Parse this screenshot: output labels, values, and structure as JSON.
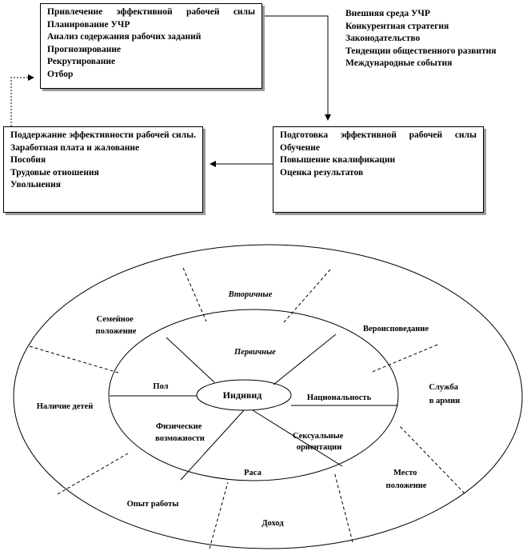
{
  "recruitment_box": {
    "title": "Привлечение эффективной рабочей силы",
    "items": [
      "Планирование УЧР",
      "Анализ содержания рабочих заданий",
      "Прогнозирование",
      "Рекрутирование",
      "Отбор"
    ]
  },
  "external_environment": {
    "title": "Внешняя среда УЧР",
    "items": [
      "Конкурентная стратегия",
      "Законодательство",
      "Тенденции общественного развития",
      "Международные события"
    ]
  },
  "support_box": {
    "title": "Поддержание эффективности рабочей силы.",
    "items": [
      "Заработная плата и жалование",
      "Пособия",
      "Трудовые отношения",
      "Увольнения"
    ]
  },
  "training_box": {
    "title": "Подготовка эффективной рабочей силы",
    "items": [
      "Обучение",
      "Повышение квалификации",
      "Оценка результатов"
    ]
  },
  "wheel": {
    "center": "Индивид",
    "inner_heading": "Первичные",
    "outer_heading": "Вторичные",
    "primary": [
      "Пол",
      "Национальность",
      "Физические возможности",
      "Сексуальные ориентации",
      "Раса"
    ],
    "secondary": {
      "marital_line1": "Семейное",
      "marital_line2": "положение",
      "religion": "Вероисповедание",
      "army_line1": "Служба",
      "army_line2": "в армии",
      "children": "Наличие детей",
      "location_line1": "Место",
      "location_line2": "положение",
      "experience": "Опыт работы",
      "income": "Доход"
    }
  }
}
